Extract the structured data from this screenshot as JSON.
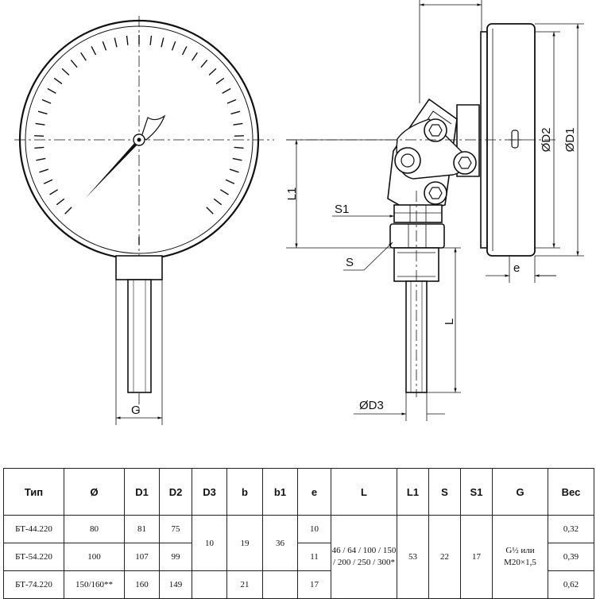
{
  "drawing": {
    "labels": {
      "L1": "L1",
      "S1": "S1",
      "S": "S",
      "L": "L",
      "D2": "ØD2",
      "D1": "ØD1",
      "e": "e",
      "G": "G",
      "D3": "ØD3"
    }
  },
  "table": {
    "headers": [
      "Тип",
      "Ø",
      "D1",
      "D2",
      "D3",
      "b",
      "b1",
      "e",
      "L",
      "L1",
      "S",
      "S1",
      "G",
      "Вес"
    ],
    "rows": [
      {
        "type": "БТ-44.220",
        "dia": "80",
        "d1": "81",
        "d2": "75",
        "e": "10",
        "weight": "0,32"
      },
      {
        "type": "БТ-54.220",
        "dia": "100",
        "d1": "107",
        "d2": "99",
        "e": "11",
        "weight": "0,39"
      },
      {
        "type": "БТ-74.220",
        "dia": "150/160**",
        "d1": "160",
        "d2": "149",
        "e": "17",
        "weight": "0,62"
      }
    ],
    "merged": {
      "d3": "10",
      "b_top": "19",
      "b_bottom": "21",
      "b1": "36",
      "L": "46 / 64 / 100 / 150 / 200 / 250 / 300*",
      "L1": "53",
      "S": "22",
      "S1": "17",
      "G": "G½ или M20×1,5"
    }
  }
}
